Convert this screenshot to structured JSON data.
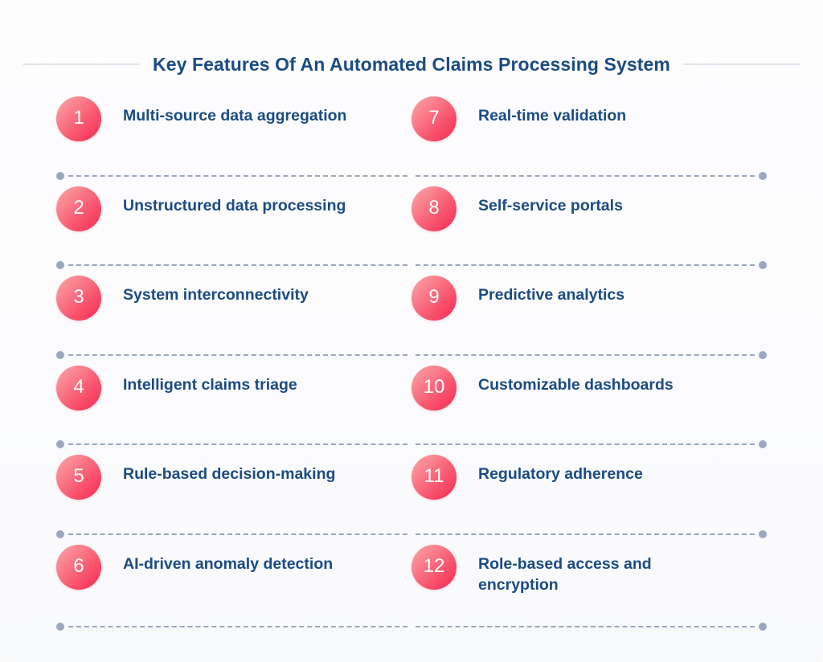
{
  "header": {
    "title": "Key Features Of An Automated Claims Processing System"
  },
  "colors": {
    "title_text": "#1b4b82",
    "label_text": "#1b4b82",
    "badge_gradient_start": "#fba5a8",
    "badge_gradient_end": "#f62752",
    "badge_number_text": "#ffffff",
    "separator": "#9aa7be",
    "title_rule": "#dfe6ef",
    "card_background": "#fbfbfd"
  },
  "features": {
    "left_column": [
      {
        "number": "1",
        "label": "Multi-source data aggregation"
      },
      {
        "number": "2",
        "label": "Unstructured data processing"
      },
      {
        "number": "3",
        "label": "System interconnectivity"
      },
      {
        "number": "4",
        "label": "Intelligent claims triage"
      },
      {
        "number": "5",
        "label": "Rule-based decision-making"
      },
      {
        "number": "6",
        "label": "AI-driven anomaly detection"
      }
    ],
    "right_column": [
      {
        "number": "7",
        "label": "Real-time validation"
      },
      {
        "number": "8",
        "label": "Self-service portals"
      },
      {
        "number": "9",
        "label": "Predictive analytics"
      },
      {
        "number": "10",
        "label": "Customizable dashboards"
      },
      {
        "number": "11",
        "label": "Regulatory adherence"
      },
      {
        "number": "12",
        "label": "Role-based access and encryption"
      }
    ]
  },
  "separators": [
    {
      "dot_position": "left"
    },
    {
      "dot_position": "right"
    },
    {
      "dot_position": "left"
    },
    {
      "dot_position": "right"
    },
    {
      "dot_position": "left"
    },
    {
      "dot_position": "right"
    },
    {
      "dot_position": "left"
    },
    {
      "dot_position": "right"
    },
    {
      "dot_position": "left"
    },
    {
      "dot_position": "right"
    },
    {
      "dot_position": "left"
    },
    {
      "dot_position": "right"
    }
  ]
}
